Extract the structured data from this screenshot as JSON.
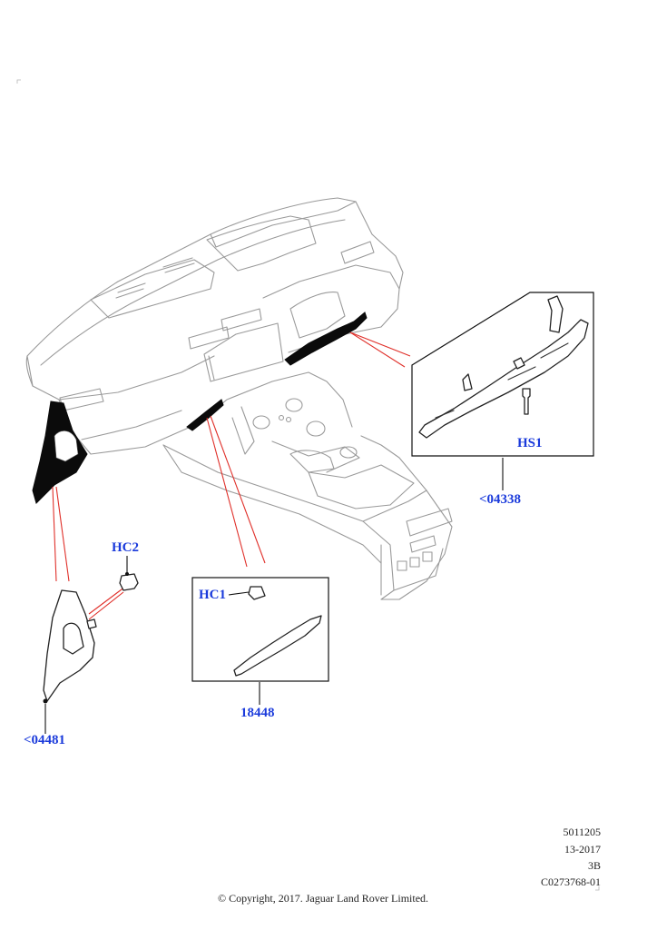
{
  "callouts": {
    "hs1": "HS1",
    "part_04338": "<04338",
    "hc2": "HC2",
    "hc1": "HC1",
    "part_18448": "18448",
    "part_04481": "<04481"
  },
  "meta": {
    "line1": "5011205",
    "line2": "13-2017",
    "line3": "3B",
    "line4": "C0273768-01"
  },
  "copyright": "© Copyright, 2017. Jaguar Land Rover Limited.",
  "colors": {
    "callout": "#1a3adb",
    "leader": "#e0302a",
    "lineart": "#9a9a9a"
  }
}
